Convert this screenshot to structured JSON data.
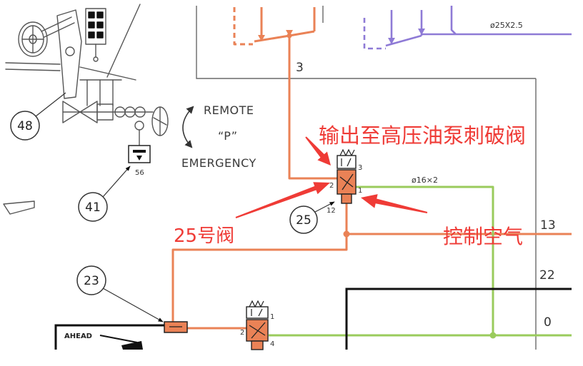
{
  "diagram": {
    "annotations": {
      "output_to_hp_pump_valve": "输出至高压油泵刺破阀",
      "valve_25": "25号阀",
      "control_air": "控制空气"
    },
    "control_mode_text": {
      "remote": "REMOTE",
      "p": "“P”",
      "emergency": "EMERGENCY"
    },
    "callouts": [
      "48",
      "41",
      "25",
      "23"
    ],
    "components": {
      "part_56": "56",
      "ahead": "AHEAD"
    },
    "pipe_sizes": {
      "purple": "ø25X2.5",
      "green": "ø16×2"
    },
    "line_numbers": {
      "top": "3",
      "right_13": "13",
      "right_22": "22",
      "right_0": "0"
    },
    "valve_25_ports": [
      "3",
      "2",
      "1",
      "12"
    ],
    "lower_valve_ports": [
      "1",
      "2",
      "4"
    ],
    "colors": {
      "orange_pipe": "#ea8256",
      "purple_pipe": "#8e7ad6",
      "green_pipe": "#9acb5c",
      "annotation_red": "#ef3b36",
      "drawing_line": "#555555"
    }
  }
}
